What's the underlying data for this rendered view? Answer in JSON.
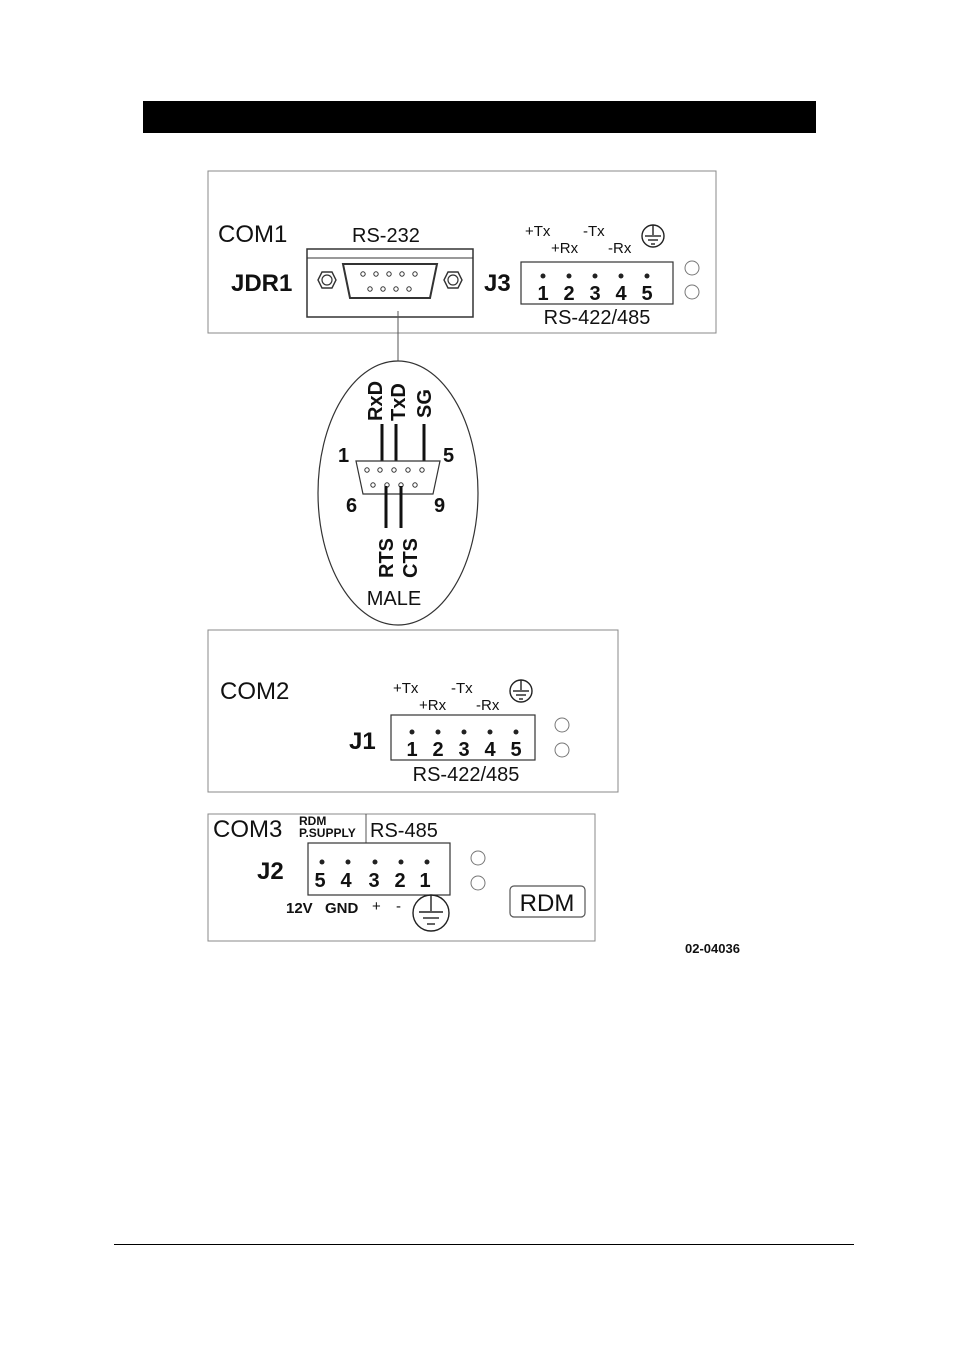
{
  "com1": {
    "port_label": "COM1",
    "connector_label": "RS-232",
    "jdr_label": "JDR1",
    "j_label": "J3",
    "signals_top": [
      "+Tx",
      "-Tx"
    ],
    "signals_bottom": [
      "+Rx",
      "-Rx"
    ],
    "pins": [
      "1",
      "2",
      "3",
      "4",
      "5"
    ],
    "bus_label": "RS-422/485"
  },
  "db9": {
    "top_signals": [
      "RxD",
      "TxD",
      "SG"
    ],
    "bottom_signals": [
      "RTS",
      "CTS"
    ],
    "pin_1": "1",
    "pin_5": "5",
    "pin_6": "6",
    "pin_9": "9",
    "gender": "MALE"
  },
  "com2": {
    "port_label": "COM2",
    "j_label": "J1",
    "signals_top": [
      "+Tx",
      "-Tx"
    ],
    "signals_bottom": [
      "+Rx",
      "-Rx"
    ],
    "pins": [
      "1",
      "2",
      "3",
      "4",
      "5"
    ],
    "bus_label": "RS-422/485"
  },
  "com3": {
    "port_label": "COM3",
    "supply_line1": "RDM",
    "supply_line2": "P.SUPPLY",
    "bus_label": "RS-485",
    "j_label": "J2",
    "pins": [
      "5",
      "4",
      "3",
      "2",
      "1"
    ],
    "v12": "12V",
    "gnd": "GND",
    "plus": "+",
    "minus": "-",
    "rdm_box": "RDM"
  },
  "figure_id": "02-04036",
  "icons": [
    "ground-icon",
    "led-icon"
  ]
}
